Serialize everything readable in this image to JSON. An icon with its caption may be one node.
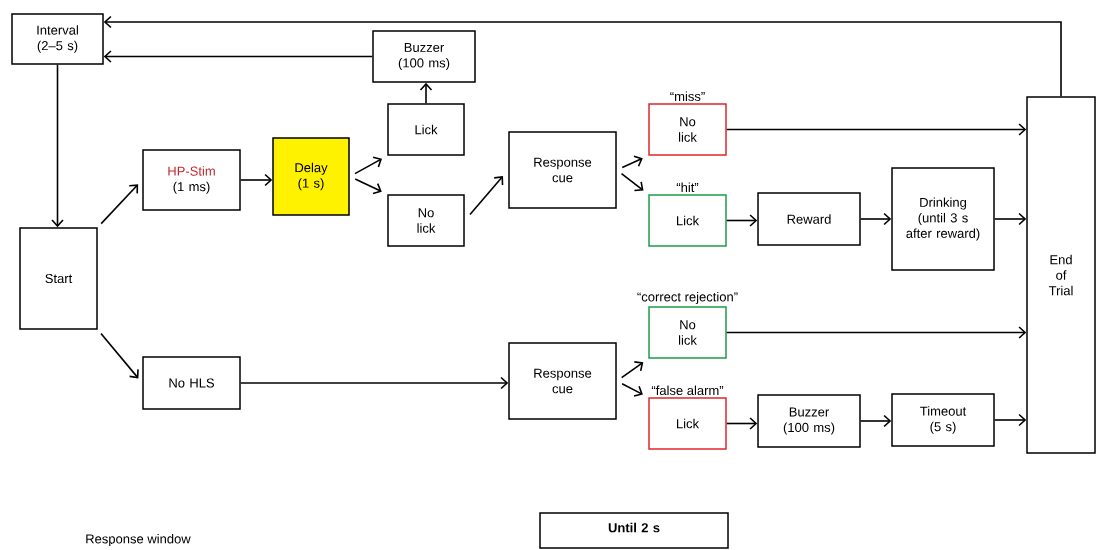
{
  "diagram": {
    "nodes": [
      {
        "text": [
          "Interval (2–5 s)"
        ]
      },
      {
        "text": [
          "Buzzer (100 ms)"
        ]
      },
      {
        "text": [
          "Start"
        ]
      },
      {
        "text": [
          "HP-Stim",
          "(1 ms)"
        ]
      },
      {
        "text": [
          "Delay (1 s)"
        ]
      },
      {
        "text": [
          "Lick"
        ]
      },
      {
        "text": [
          "No lick"
        ]
      },
      {
        "text": [
          "Response cue"
        ]
      },
      {
        "text": [
          "No lick"
        ],
        "beside": [
          "“miss”"
        ]
      },
      {
        "text": [
          "Lick"
        ],
        "beside": [
          "“hit”"
        ]
      },
      {
        "text": [
          "Reward"
        ]
      },
      {
        "text": [
          "Drinking (until 3 s after reward)"
        ]
      },
      {
        "text": [
          "End of Trial"
        ]
      },
      {
        "text": [
          "No HLS"
        ]
      },
      {
        "text": [
          "Response cue"
        ]
      },
      {
        "text": [
          "No lick"
        ],
        "beside": [
          "“correct rejection”"
        ]
      },
      {
        "text": [
          "Lick"
        ],
        "beside": [
          "“false alarm”"
        ]
      },
      {
        "text": [
          "Buzzer (100 ms)"
        ]
      },
      {
        "text": [
          "Timeout (5 s)"
        ]
      },
      {
        "text": [
          "Until 2 s"
        ]
      }
    ],
    "edges": [
      {
        "from": 12,
        "to": 0,
        "arrow": "to"
      },
      {
        "from": 1,
        "to": 0,
        "arrow": "to"
      },
      {
        "from": 0,
        "to": 2,
        "arrow": "to"
      },
      {
        "from": 5,
        "to": 1,
        "arrow": "to"
      },
      {
        "from": 2,
        "to": 3,
        "arrow": "to"
      },
      {
        "from": 2,
        "to": 13,
        "arrow": "to"
      },
      {
        "from": 3,
        "to": 4,
        "arrow": "to"
      },
      {
        "from": 4,
        "to": 5,
        "arrow": "to"
      },
      {
        "from": 4,
        "to": 6,
        "arrow": "to"
      },
      {
        "from": 6,
        "to": 7,
        "arrow": "to"
      },
      {
        "from": 7,
        "to": 8,
        "arrow": "to"
      },
      {
        "from": 7,
        "to": 9,
        "arrow": "to"
      },
      {
        "from": 8,
        "to": 12,
        "arrow": "to"
      },
      {
        "from": 9,
        "to": 10,
        "arrow": "to"
      },
      {
        "from": 10,
        "to": 11,
        "arrow": "to"
      },
      {
        "from": 11,
        "to": 12,
        "arrow": "to"
      },
      {
        "from": 13,
        "to": 14,
        "arrow": "to"
      },
      {
        "from": 14,
        "to": 15,
        "arrow": "to"
      },
      {
        "from": 14,
        "to": 16,
        "arrow": "to"
      },
      {
        "from": 15,
        "to": 12,
        "arrow": "to"
      },
      {
        "from": 16,
        "to": 17,
        "arrow": "to"
      },
      {
        "from": 17,
        "to": 18,
        "arrow": "to"
      },
      {
        "from": 18,
        "to": 12,
        "arrow": "to"
      }
    ],
    "labels": [
      "Response window"
    ]
  }
}
